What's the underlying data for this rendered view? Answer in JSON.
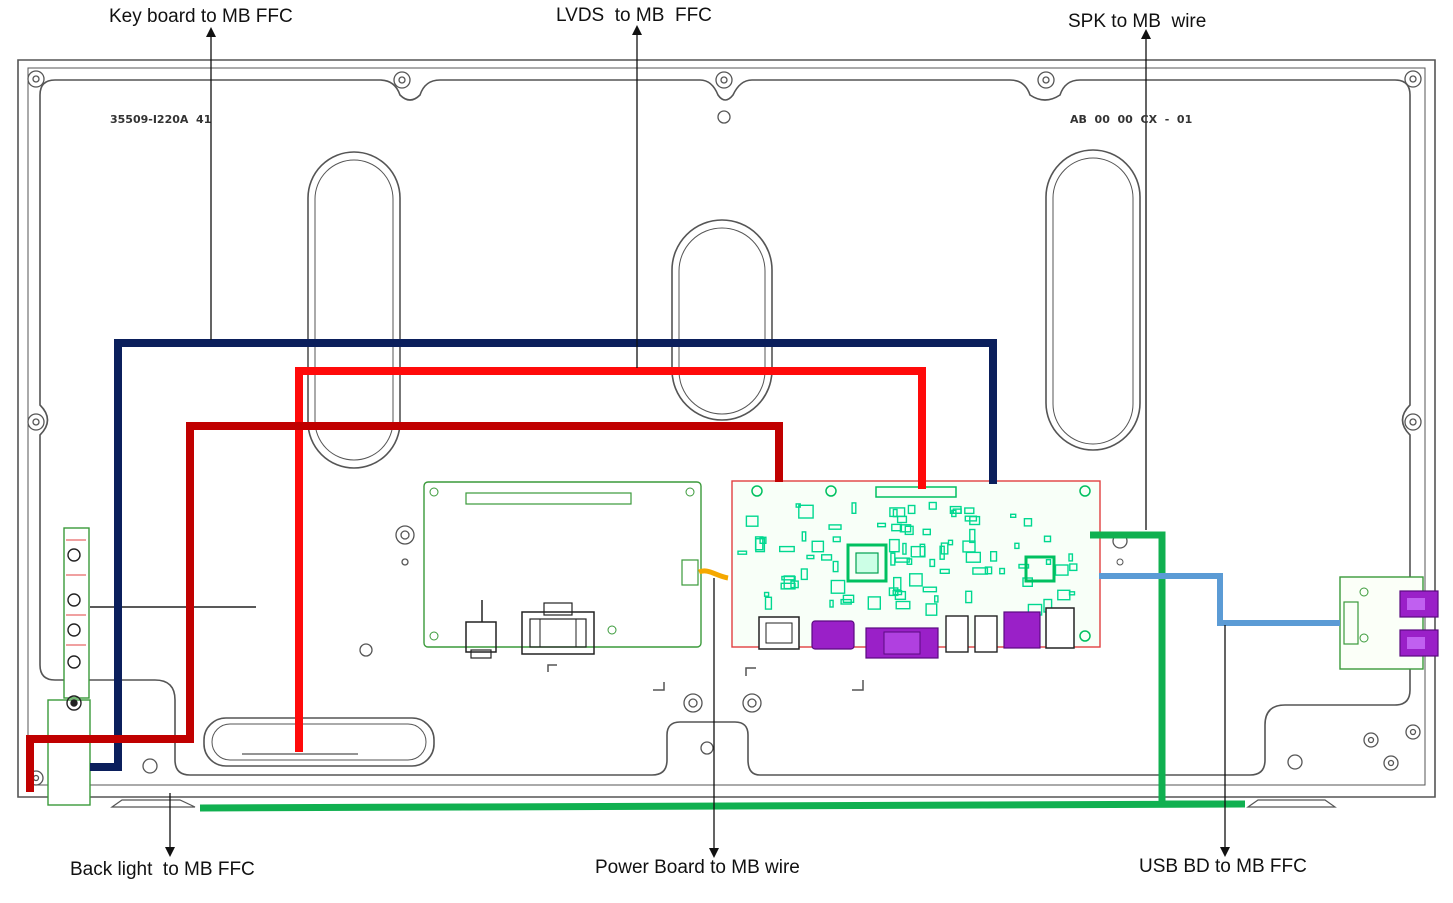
{
  "labels": {
    "keyboard": "Key board to MB FFC",
    "lvds": "LVDS  to MB  FFC",
    "spk": "SPK to MB  wire",
    "backlight": "Back light  to MB FFC",
    "power": "Power Board to MB wire",
    "usb": "USB BD to MB FFC"
  },
  "part_codes": {
    "left": "35509-I220A  41",
    "right": "AB  00  00  CX  -  01"
  },
  "colors": {
    "keyboard_cable": "#0b1f5c",
    "lvds_cable": "#ff0a0a",
    "backlight_cable": "#c00000",
    "spk_cable": "#10b050",
    "usb_cable": "#5b9bd5",
    "power_cable": "#f5a800",
    "chassis_line": "#555555",
    "pcb_outline": "#3a9a3a",
    "mb_outline": "#e04040",
    "mb_components": "#00e0a0",
    "connectors": "#9a20c8"
  }
}
